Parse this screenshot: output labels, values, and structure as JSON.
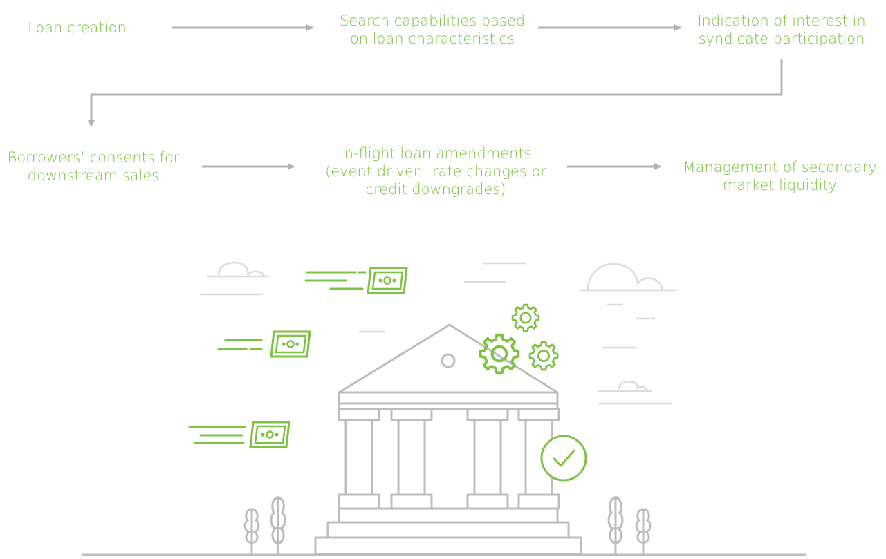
{
  "steps": [
    {
      "id": "loan-creation",
      "label": "Loan creation"
    },
    {
      "id": "search-capabilities",
      "label": "Search capabilities based\non loan characteristics"
    },
    {
      "id": "indication-of-interest",
      "label": "Indication of interest in\nsyndicate participation"
    },
    {
      "id": "borrowers-consents",
      "label": "Borrowers’ consents for\ndownstream sales"
    },
    {
      "id": "in-flight-amendments",
      "label": "In-flight loan amendments\n(event driven: rate changes or\ncredit downgrades)"
    },
    {
      "id": "secondary-liquidity",
      "label": "Management of secondary\nmarket liquidity"
    }
  ],
  "colors": {
    "accent": "#7dc242",
    "arrow": "#b3b3b3",
    "line": "#bdbdbd",
    "light": "#dcdcdc"
  }
}
